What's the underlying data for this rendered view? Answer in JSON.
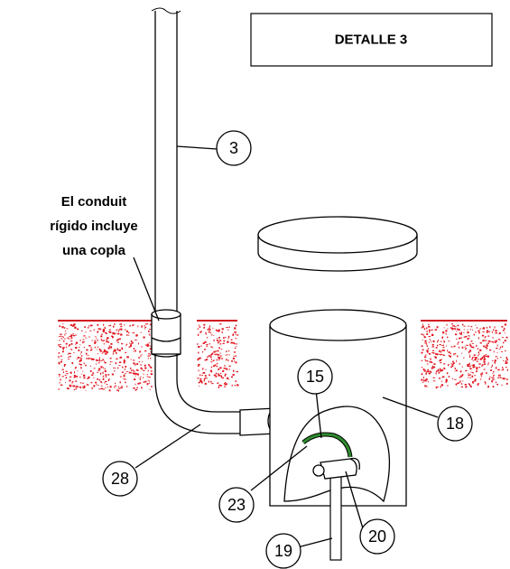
{
  "title": "DETALLE 3",
  "note": {
    "lines": [
      "El conduit",
      "rígido incluye",
      "una copla"
    ]
  },
  "callouts": [
    {
      "id": "c3",
      "label": "3"
    },
    {
      "id": "c15",
      "label": "15"
    },
    {
      "id": "c18",
      "label": "18"
    },
    {
      "id": "c28",
      "label": "28"
    },
    {
      "id": "c23",
      "label": "23"
    },
    {
      "id": "c20",
      "label": "20"
    },
    {
      "id": "c19",
      "label": "19"
    }
  ],
  "colors": {
    "soil_speckle": "#e0141e",
    "ground_line": "#d01020",
    "ground_wire": "#2e8b2e",
    "outline": "#000000"
  }
}
